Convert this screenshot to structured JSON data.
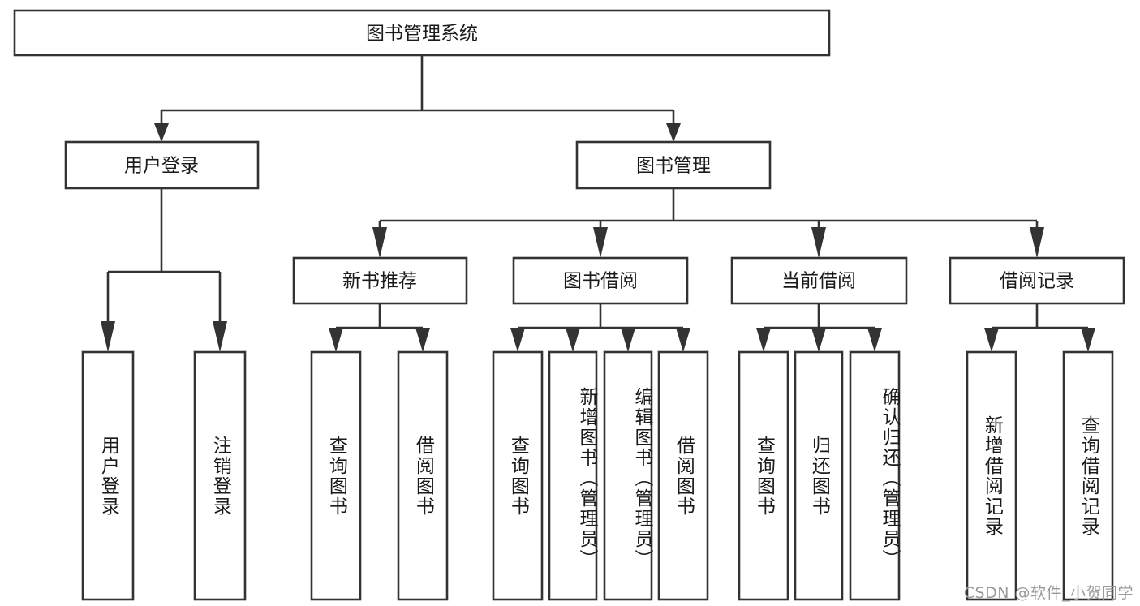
{
  "diagram": {
    "type": "tree-hierarchy",
    "title": "图书管理系统",
    "background_color": "#ffffff",
    "box_fill": "#ffffff",
    "box_stroke": "#333333",
    "text_color": "#1a1a1a",
    "root": {
      "id": "root",
      "label": "图书管理系统",
      "orientation": "horizontal"
    },
    "level2": [
      {
        "id": "user-login",
        "label": "用户登录",
        "orientation": "horizontal"
      },
      {
        "id": "book-management",
        "label": "图书管理",
        "orientation": "horizontal"
      }
    ],
    "level3": [
      {
        "id": "new-book-recommend",
        "label": "新书推荐",
        "parent": "book-management",
        "orientation": "horizontal"
      },
      {
        "id": "book-borrow",
        "label": "图书借阅",
        "parent": "book-management",
        "orientation": "horizontal"
      },
      {
        "id": "current-borrow",
        "label": "当前借阅",
        "parent": "book-management",
        "orientation": "horizontal"
      },
      {
        "id": "borrow-record",
        "label": "借阅记录",
        "parent": "book-management",
        "orientation": "horizontal"
      }
    ],
    "leaves": [
      {
        "id": "leaf-user-login",
        "label": "用户登录",
        "parent": "user-login",
        "orientation": "vertical"
      },
      {
        "id": "leaf-user-logout",
        "label": "注销登录",
        "parent": "user-login",
        "orientation": "vertical"
      },
      {
        "id": "leaf-query-book-1",
        "label": "查询图书",
        "parent": "new-book-recommend",
        "orientation": "vertical"
      },
      {
        "id": "leaf-borrow-book-1",
        "label": "借阅图书",
        "parent": "new-book-recommend",
        "orientation": "vertical"
      },
      {
        "id": "leaf-query-book-2",
        "label": "查询图书",
        "parent": "book-borrow",
        "orientation": "vertical"
      },
      {
        "id": "leaf-add-book",
        "label": "新增图书（管理员）",
        "parent": "book-borrow",
        "orientation": "vertical"
      },
      {
        "id": "leaf-edit-book",
        "label": "编辑图书（管理员）",
        "parent": "book-borrow",
        "orientation": "vertical"
      },
      {
        "id": "leaf-borrow-book-2",
        "label": "借阅图书",
        "parent": "book-borrow",
        "orientation": "vertical"
      },
      {
        "id": "leaf-query-book-3",
        "label": "查询图书",
        "parent": "current-borrow",
        "orientation": "vertical"
      },
      {
        "id": "leaf-return-book",
        "label": "归还图书",
        "parent": "current-borrow",
        "orientation": "vertical"
      },
      {
        "id": "leaf-confirm-return",
        "label": "确认归还（管理员）",
        "parent": "current-borrow",
        "orientation": "vertical"
      },
      {
        "id": "leaf-add-record",
        "label": "新增借阅记录",
        "parent": "borrow-record",
        "orientation": "vertical"
      },
      {
        "id": "leaf-query-record",
        "label": "查询借阅记录",
        "parent": "borrow-record",
        "orientation": "vertical"
      }
    ]
  },
  "watermark": {
    "text": "CSDN @软件_小贺同学",
    "color": "#9a9a9a"
  }
}
